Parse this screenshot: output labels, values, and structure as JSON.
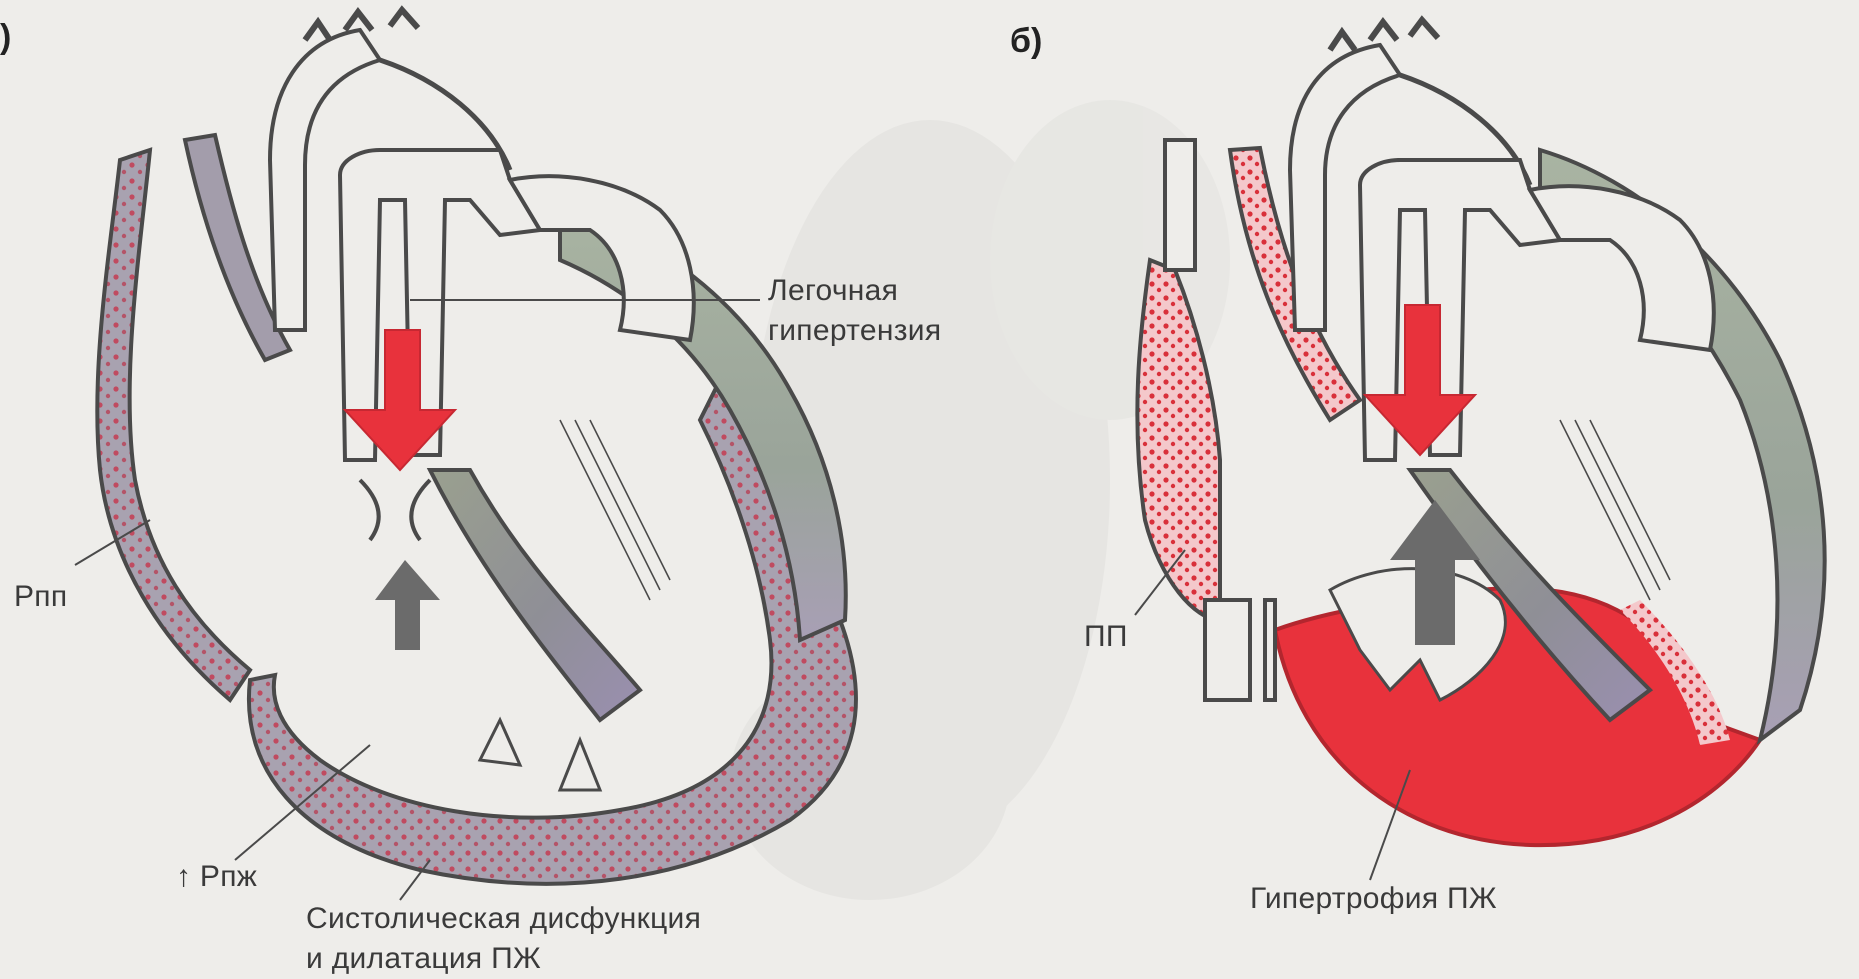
{
  "panels": {
    "a": {
      "letter": ")"
    },
    "b": {
      "letter": "б)"
    }
  },
  "labels": {
    "pulmonary_hypertension_line1": "Легочная",
    "pulmonary_hypertension_line2": "гипертензия",
    "p_ra": "Рпп",
    "p_rv": "↑ Рпж",
    "systolic_line1": "Систолическая дисфункция",
    "systolic_line2": "и дилатация ПЖ",
    "ra": "ПП",
    "rv_hypertrophy": "Гипертрофия ПЖ"
  },
  "colors": {
    "accent_red": "#e8323c",
    "muscle_grey_green": "#8e958a",
    "muscle_purple": "#9b93a8",
    "outline": "#4a4a4a",
    "arrow_grey": "#6b6b6b",
    "pale_red": "#f1a6ab"
  }
}
